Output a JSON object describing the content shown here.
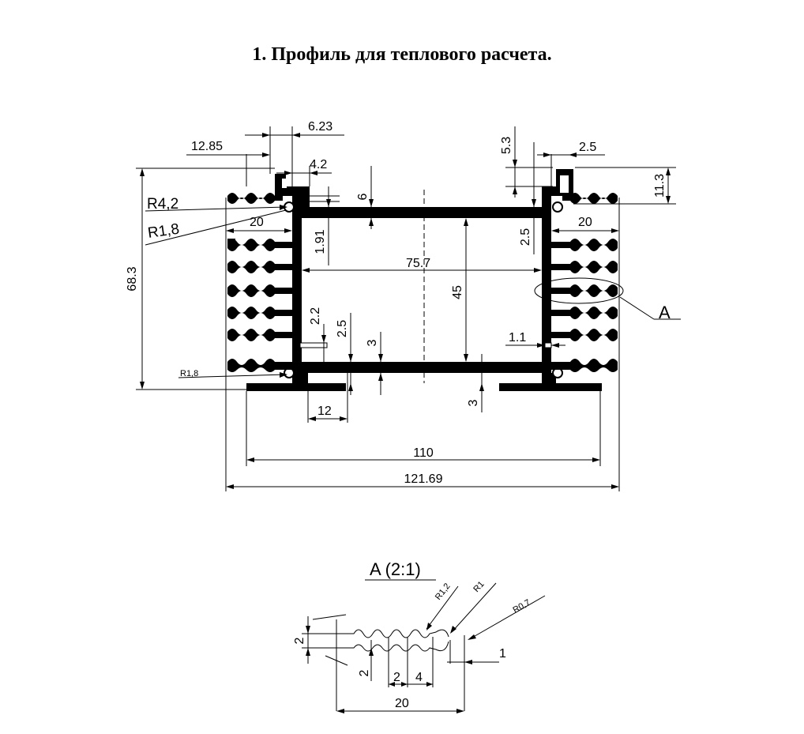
{
  "title": "1. Профиль для теплового расчета.",
  "main_view": {
    "dimensions": {
      "d_6_23": "6.23",
      "d_12_85": "12.85",
      "d_4_2": "4.2",
      "d_6": "6",
      "d_5_3": "5.3",
      "d_2_5_top": "2.5",
      "d_11_3": "11.3",
      "r_4_2": "R4,2",
      "r_1_8": "R1,8",
      "d_20_left": "20",
      "d_20_right": "20",
      "d_1_91": "1.91",
      "d_2_5_right": "2.5",
      "d_75_7": "75.7",
      "d_68_3": "68.3",
      "d_45": "45",
      "d_2_2": "2.2",
      "d_2_5_left": "2.5",
      "d_3_mid": "3",
      "d_1_1": "1.1",
      "r_1_8_small": "R1,8",
      "d_12": "12",
      "d_3_bottom": "3",
      "d_110": "110",
      "d_121_69": "121.69"
    },
    "callout_label": "A"
  },
  "detail_view": {
    "title": "A (2:1)",
    "dimensions": {
      "r_1_2": "R1,2",
      "r_1": "R1",
      "r_0_7": "R0,7",
      "d_2_left": "2",
      "d_2_lower": "2",
      "d_2_pitch": "2",
      "d_4_pitch": "4",
      "d_1": "1",
      "d_20": "20"
    }
  }
}
